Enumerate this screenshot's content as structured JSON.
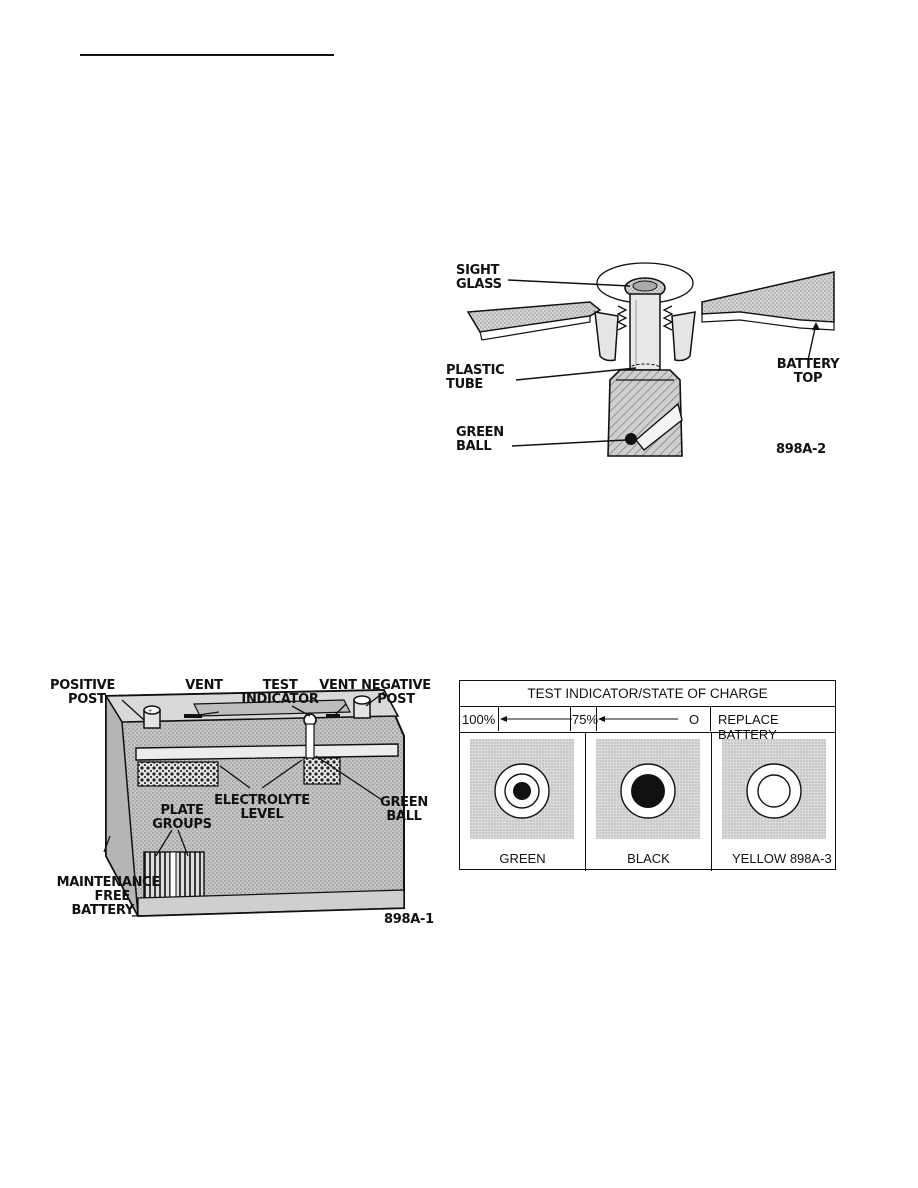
{
  "fig1": {
    "labels": {
      "positive_post": [
        "POSITIVE",
        "POST"
      ],
      "vent_left": "VENT",
      "test_indicator": [
        "TEST",
        "INDICATOR"
      ],
      "vent_right": "VENT",
      "negative_post": [
        "NEGATIVE",
        "POST"
      ],
      "electrolyte_level": [
        "ELECTROLYTE",
        "LEVEL"
      ],
      "green_ball": [
        "GREEN",
        "BALL"
      ],
      "plate_groups": [
        "PLATE",
        "GROUPS"
      ],
      "maintenance_free_battery": [
        "MAINTENANCE",
        "FREE",
        "BATTERY"
      ]
    },
    "figure_id": "898A-1",
    "colors": {
      "ink": "#111111",
      "shade": "#bdbdbd"
    }
  },
  "fig2": {
    "labels": {
      "sight_glass": [
        "SIGHT",
        "GLASS"
      ],
      "plastic_tube": [
        "PLASTIC",
        "TUBE"
      ],
      "green_ball": [
        "GREEN",
        "BALL"
      ],
      "battery_top": [
        "BATTERY",
        "TOP"
      ]
    },
    "figure_id": "898A-2"
  },
  "fig3": {
    "title": "TEST INDICATOR/STATE OF CHARGE",
    "scale": {
      "p100": "100%",
      "p75": "75%",
      "p0": "O",
      "replace": "REPLACE BATTERY"
    },
    "indicators": [
      {
        "name": "GREEN",
        "center": "dot"
      },
      {
        "name": "BLACK",
        "center": "solid"
      },
      {
        "name": "YELLOW",
        "center": "clear"
      }
    ],
    "figure_id": "898A-3"
  }
}
